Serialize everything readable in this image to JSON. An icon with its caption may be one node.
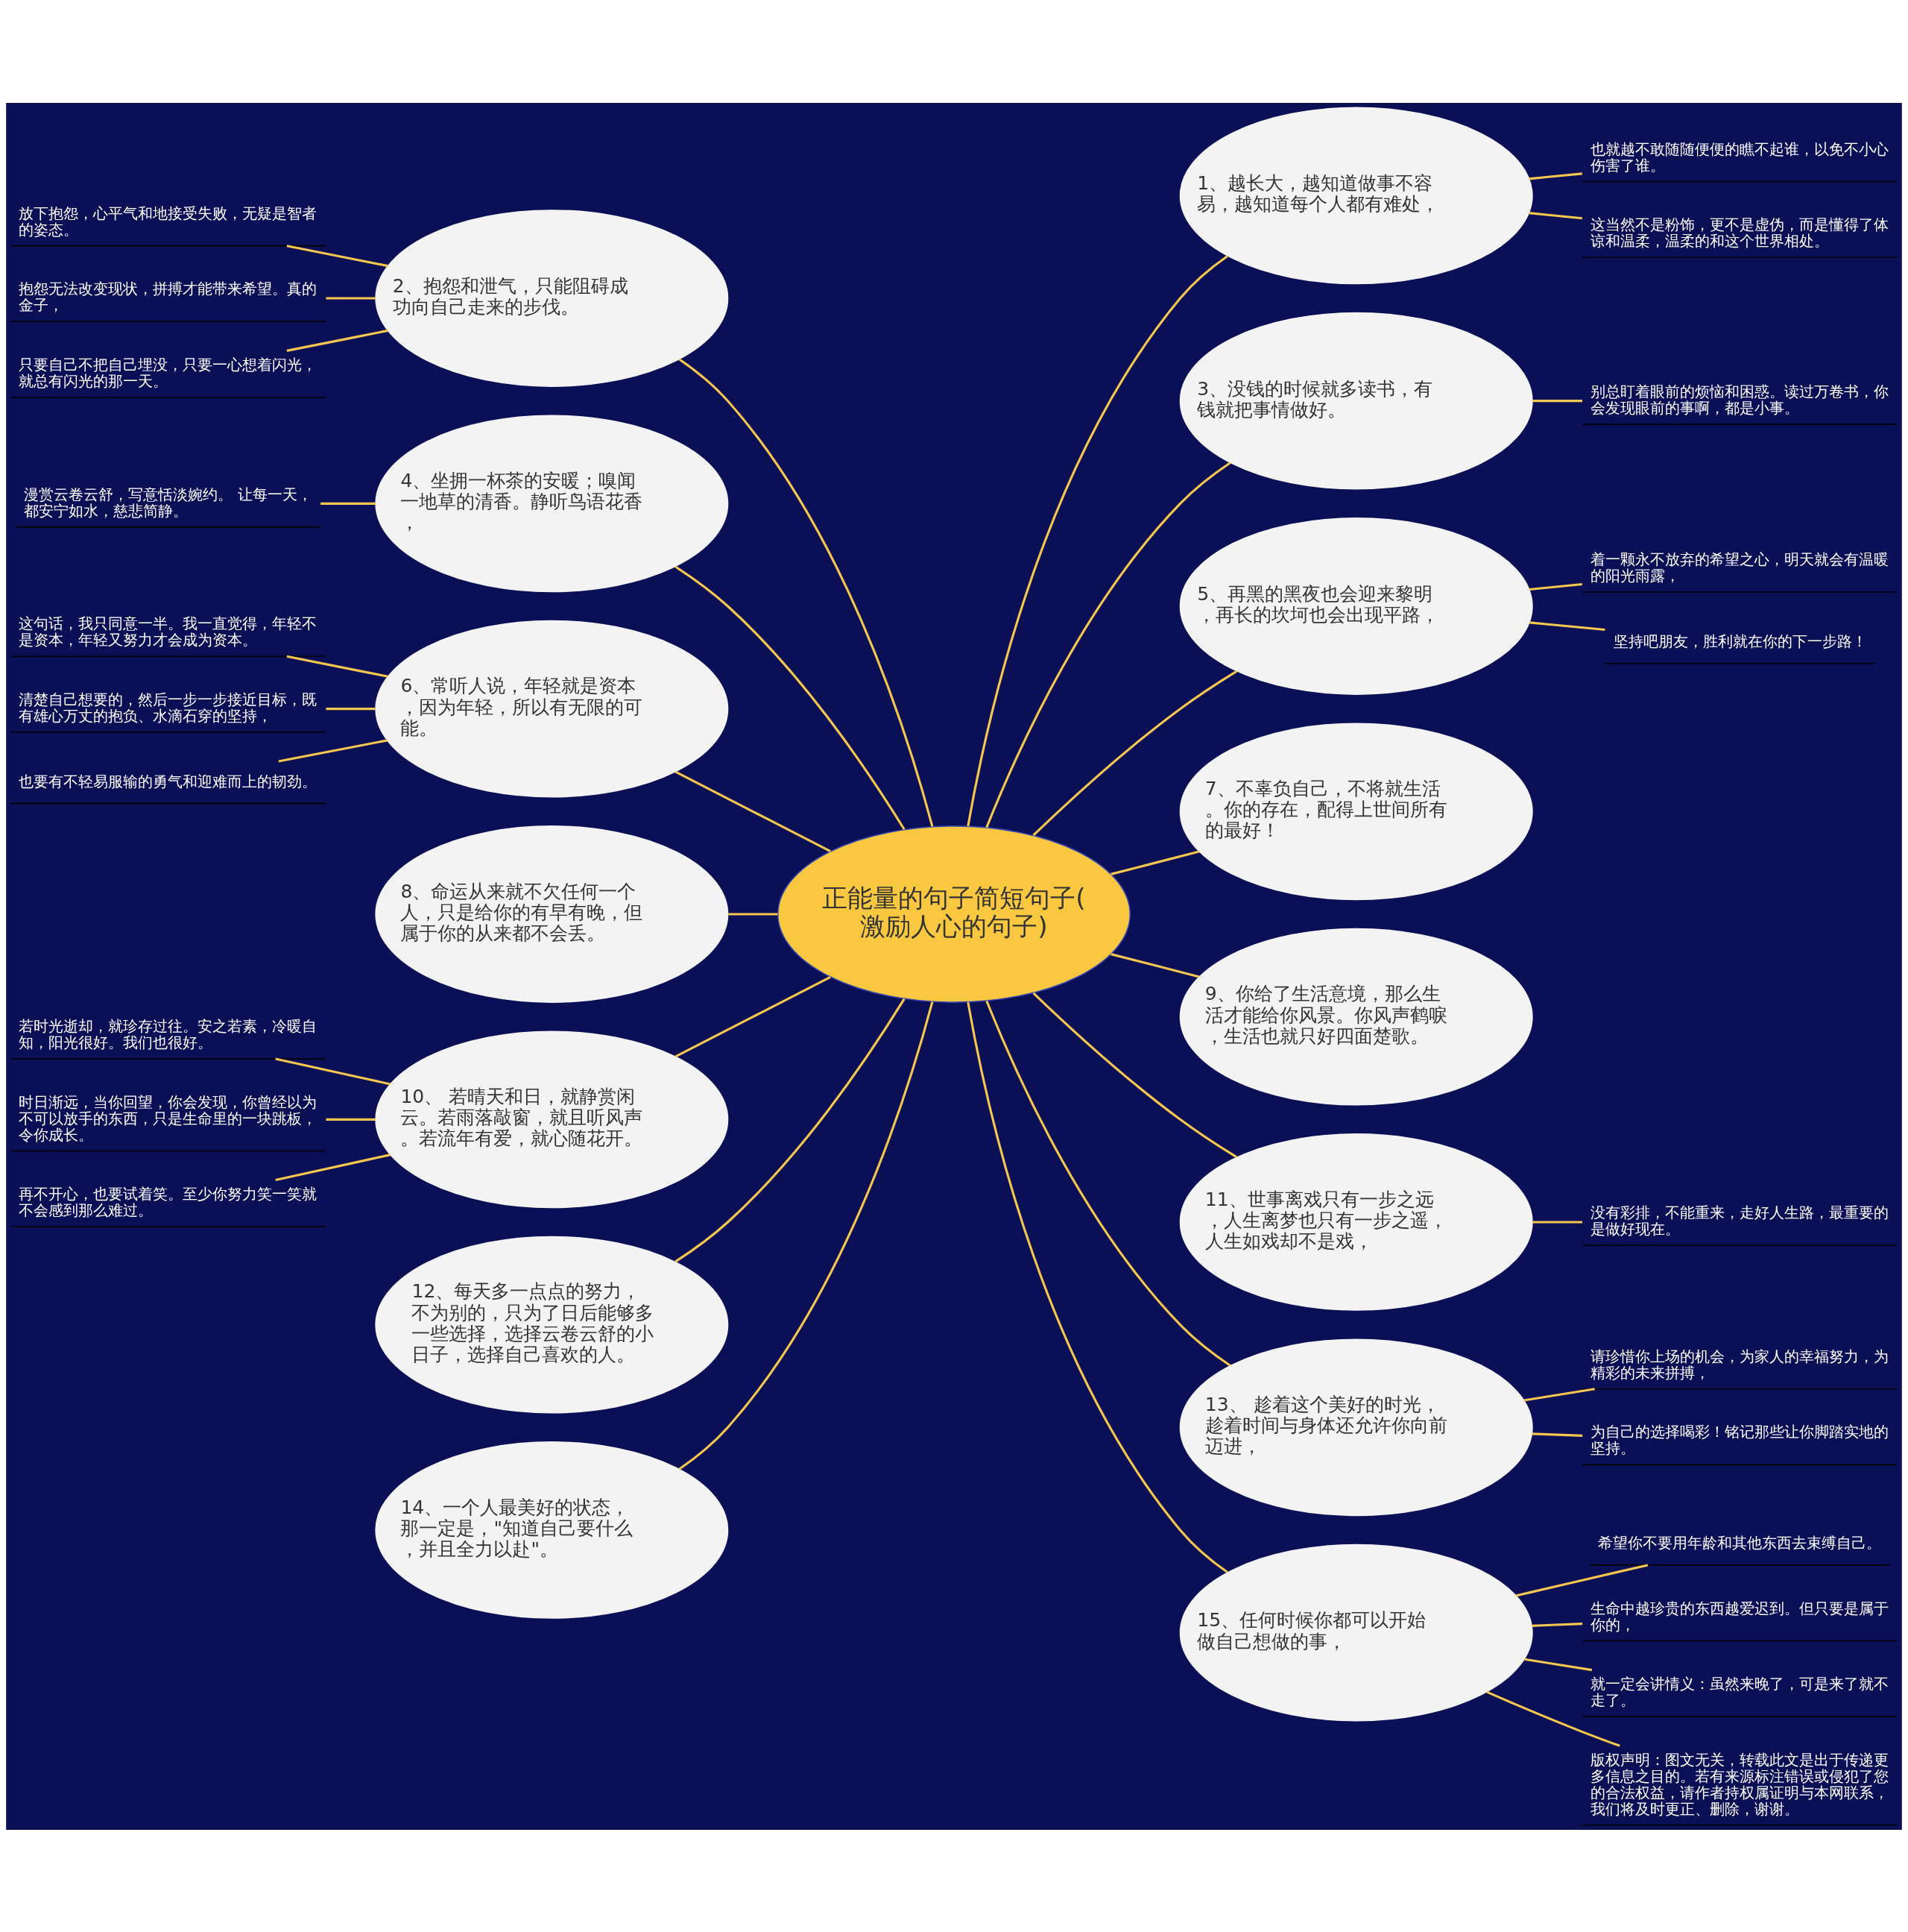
{
  "diagram": {
    "nodes": [
      {
        "text": [
          "正能量的句子简短句子(激励人心的句子)"
        ]
      },
      {
        "text": [
          "1、越长大，越知道做事不容易，越知道每个人都有难处，"
        ]
      },
      {
        "text": [
          "也就越不敢随随便便的瞧不起谁，以免不小心伤害了谁。"
        ]
      },
      {
        "text": [
          "这当然不是粉饰，更不是虚伪，而是懂得了体谅和温柔，温柔的和这个世界相处。"
        ]
      },
      {
        "text": [
          "2、抱怨和泄气，只能阻碍成功向自己走来的步伐。"
        ]
      },
      {
        "text": [
          "放下抱怨，心平气和地接受失败，无疑是智者的姿态。"
        ]
      },
      {
        "text": [
          "抱怨无法改变现状，拼搏才能带来希望。真的金子，"
        ]
      },
      {
        "text": [
          "只要自己不把自己埋没，只要一心想着闪光，就总有闪光的那一天。"
        ]
      },
      {
        "text": [
          "3、没钱的时候就多读书，有钱就把事情做好。"
        ]
      },
      {
        "text": [
          "别总盯着眼前的烦恼和困惑。读过万卷书，你会发现眼前的事啊，都是小事。"
        ]
      },
      {
        "text": [
          "4、坐拥一杯茶的安暖；嗅闻一地草的清香。静听鸟语花香，"
        ]
      },
      {
        "text": [
          "漫赏云卷云舒，写意恬淡婉约。 让每一天，都安宁如水，慈悲简静。"
        ]
      },
      {
        "text": [
          "5、再黑的黑夜也会迎来黎明，再长的坎坷也会出现平路，"
        ]
      },
      {
        "text": [
          "着一颗永不放弃的希望之心，明天就会有温暖的阳光雨露，"
        ]
      },
      {
        "text": [
          "坚持吧朋友，胜利就在你的下一步路！"
        ]
      },
      {
        "text": [
          "6、常听人说，年轻就是资本，因为年轻，所以有无限的可能。"
        ]
      },
      {
        "text": [
          "这句话，我只同意一半。我一直觉得，年轻不是资本，年轻又努力才会成为资本。"
        ]
      },
      {
        "text": [
          "清楚自己想要的，然后一步一步接近目标，既有雄心万丈的抱负、水滴石穿的坚持，"
        ]
      },
      {
        "text": [
          "也要有不轻易服输的勇气和迎难而上的韧劲。"
        ]
      },
      {
        "text": [
          "7、不辜负自己，不将就生活。你的存在，配得上世间所有的最好！"
        ]
      },
      {
        "text": [
          "8、命运从来就不欠任何一个人，只是给你的有早有晚，但属于你的从来都不会丢。"
        ]
      },
      {
        "text": [
          "9、你给了生活意境，那么生活才能给你风景。你风声鹤唳，生活也就只好四面楚歌。"
        ]
      },
      {
        "text": [
          "10、 若晴天和日，就静赏闲云。若雨落敲窗，就且听风声。若流年有爱，就心随花开。"
        ]
      },
      {
        "text": [
          "若时光逝却，就珍存过往。安之若素，冷暖自知，阳光很好。我们也很好。"
        ]
      },
      {
        "text": [
          "时日渐远，当你回望，你会发现，你曾经以为不可以放手的东西，只是生命里的一块跳板，令你成长。"
        ]
      },
      {
        "text": [
          "再不开心，也要试着笑。至少你努力笑一笑就不会感到那么难过。"
        ]
      },
      {
        "text": [
          "11、世事离戏只有一步之远，人生离梦也只有一步之遥，人生如戏却不是戏，"
        ]
      },
      {
        "text": [
          "没有彩排，不能重来，走好人生路，最重要的是做好现在。"
        ]
      },
      {
        "text": [
          "12、每天多一点点的努力，不为别的，只为了日后能够多一些选择，选择云卷云舒的小日子，选择自己喜欢的人。"
        ]
      },
      {
        "text": [
          "13、 趁着这个美好的时光，趁着时间与身体还允许你向前迈进，"
        ]
      },
      {
        "text": [
          "请珍惜你上场的机会，为家人的幸福努力，为精彩的未来拼搏，"
        ]
      },
      {
        "text": [
          "为自己的选择喝彩！铭记那些让你脚踏实地的坚持。"
        ]
      },
      {
        "text": [
          "14、一个人最美好的状态，那一定是，\"知道自己要什么，并且全力以赴\"。"
        ]
      },
      {
        "text": [
          "15、任何时候你都可以开始做自己想做的事，"
        ]
      },
      {
        "text": [
          "希望你不要用年龄和其他东西去束缚自己。"
        ]
      },
      {
        "text": [
          "生命中越珍贵的东西越爱迟到。但只要是属于你的，"
        ]
      },
      {
        "text": [
          "就一定会讲情义：虽然来晚了，可是来了就不走了。"
        ]
      },
      {
        "text": [
          "版权声明：图文无关，转载此文是出于传递更多信息之目的。若有来源标注错误或侵犯了您的合法权益，请作者持权属证明与本网联系，我们将及时更正、删除，谢谢。"
        ]
      }
    ],
    "edges": [
      {
        "from": 0,
        "to": 1,
        "arrow": "none"
      },
      {
        "from": 1,
        "to": 2,
        "arrow": "none"
      },
      {
        "from": 1,
        "to": 3,
        "arrow": "none"
      },
      {
        "from": 0,
        "to": 4,
        "arrow": "none"
      },
      {
        "from": 4,
        "to": 5,
        "arrow": "none"
      },
      {
        "from": 4,
        "to": 6,
        "arrow": "none"
      },
      {
        "from": 4,
        "to": 7,
        "arrow": "none"
      },
      {
        "from": 0,
        "to": 8,
        "arrow": "none"
      },
      {
        "from": 8,
        "to": 9,
        "arrow": "none"
      },
      {
        "from": 0,
        "to": 10,
        "arrow": "none"
      },
      {
        "from": 10,
        "to": 11,
        "arrow": "none"
      },
      {
        "from": 0,
        "to": 12,
        "arrow": "none"
      },
      {
        "from": 12,
        "to": 13,
        "arrow": "none"
      },
      {
        "from": 12,
        "to": 14,
        "arrow": "none"
      },
      {
        "from": 0,
        "to": 15,
        "arrow": "none"
      },
      {
        "from": 15,
        "to": 16,
        "arrow": "none"
      },
      {
        "from": 15,
        "to": 17,
        "arrow": "none"
      },
      {
        "from": 15,
        "to": 18,
        "arrow": "none"
      },
      {
        "from": 0,
        "to": 19,
        "arrow": "none"
      },
      {
        "from": 0,
        "to": 20,
        "arrow": "none"
      },
      {
        "from": 0,
        "to": 21,
        "arrow": "none"
      },
      {
        "from": 0,
        "to": 22,
        "arrow": "none"
      },
      {
        "from": 22,
        "to": 23,
        "arrow": "none"
      },
      {
        "from": 22,
        "to": 24,
        "arrow": "none"
      },
      {
        "from": 22,
        "to": 25,
        "arrow": "none"
      },
      {
        "from": 0,
        "to": 26,
        "arrow": "none"
      },
      {
        "from": 26,
        "to": 27,
        "arrow": "none"
      },
      {
        "from": 0,
        "to": 28,
        "arrow": "none"
      },
      {
        "from": 0,
        "to": 29,
        "arrow": "none"
      },
      {
        "from": 29,
        "to": 30,
        "arrow": "none"
      },
      {
        "from": 29,
        "to": 31,
        "arrow": "none"
      },
      {
        "from": 0,
        "to": 32,
        "arrow": "none"
      },
      {
        "from": 0,
        "to": 33,
        "arrow": "none"
      },
      {
        "from": 33,
        "to": 34,
        "arrow": "none"
      },
      {
        "from": 33,
        "to": 35,
        "arrow": "none"
      },
      {
        "from": 33,
        "to": 36,
        "arrow": "none"
      },
      {
        "from": 33,
        "to": 37,
        "arrow": "none"
      }
    ]
  }
}
